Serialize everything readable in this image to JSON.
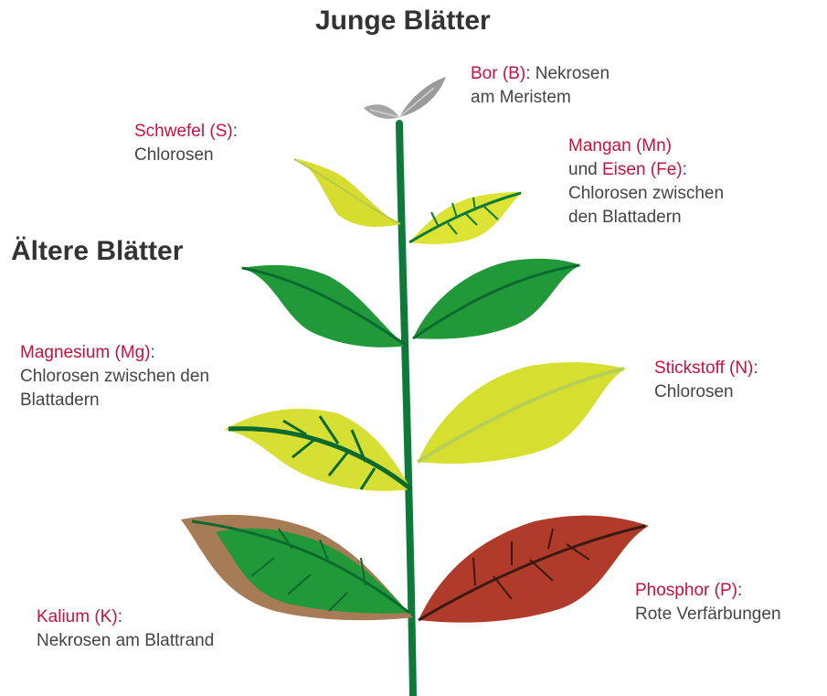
{
  "headings": {
    "young": "Junge Blätter",
    "old": "Ältere Blätter"
  },
  "labels": {
    "bor": {
      "element": "Bor (B)",
      "colon": ": Nekrosen",
      "line2": "am Meristem"
    },
    "schwefel": {
      "element": "Schwefel (S)",
      "colon": ":",
      "line2": "Chlorosen"
    },
    "mangan": {
      "element": "Mangan (Mn)",
      "connector": "und ",
      "element2": "Eisen (Fe)",
      "colon": ":",
      "line3": "Chlorosen zwischen",
      "line4": "den Blattadern"
    },
    "magnesium": {
      "element": "Magnesium (Mg)",
      "colon": ":",
      "line2": "Chlorosen zwischen den",
      "line3": "Blattadern"
    },
    "stickstoff": {
      "element": "Stickstoff (N)",
      "colon": ":",
      "line2": "Chlorosen"
    },
    "phosphor": {
      "element": "Phosphor (P)",
      "colon": ":",
      "line2": "Rote Verfärbungen"
    },
    "kalium": {
      "element": "Kalium (K)",
      "colon": ":",
      "line2": "Nekrosen am Blattrand"
    }
  },
  "colors": {
    "element_name": "#c8103c",
    "description": "#444444",
    "stem": "#0d7a3a",
    "healthy_leaf": "#21993a",
    "chlorosis_leaf": "#d9e02a",
    "phosphor_leaf": "#b23a2a",
    "kalium_margin": "#a87a55",
    "boron_bud": "#a8a8a8"
  }
}
